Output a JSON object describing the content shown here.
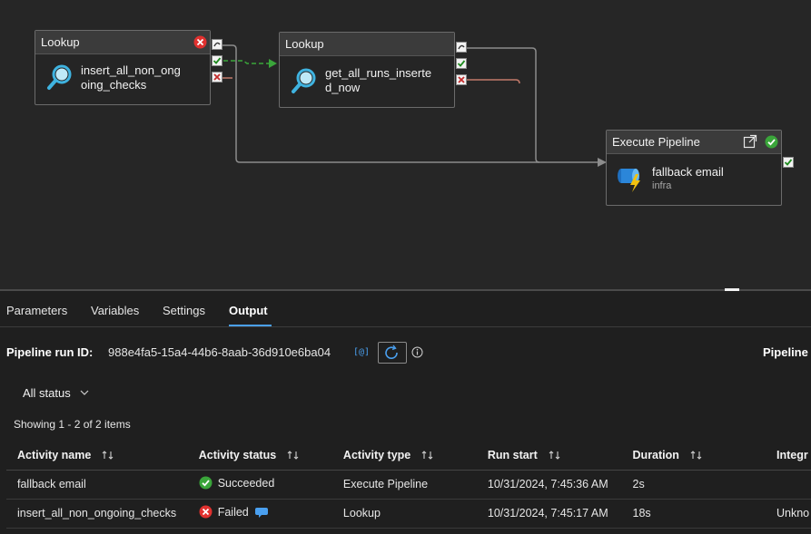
{
  "canvas": {
    "nodes": [
      {
        "type": "Lookup",
        "label_line1": "insert_all_non_ong",
        "label_line2": "oing_checks"
      },
      {
        "type": "Lookup",
        "label_line1": "get_all_runs_inserte",
        "label_line2": "d_now"
      },
      {
        "type": "Execute Pipeline",
        "label_line1": "fallback email",
        "sub": "infra"
      }
    ],
    "colors": {
      "success": "#3aa53a",
      "fail": "#c83e3e",
      "edge": "#8c8c8c",
      "accent": "#4aa0f0"
    }
  },
  "panel": {
    "tabs": [
      "Parameters",
      "Variables",
      "Settings",
      "Output"
    ],
    "active_tab": "Output",
    "run_id_label": "Pipeline run ID:",
    "run_id": "988e4fa5-15a4-44b6-8aab-36d910e6ba04",
    "pipeline_right_label": "Pipeline",
    "filter": "All status",
    "showing": "Showing 1 - 2 of 2 items",
    "columns": [
      "Activity name",
      "Activity status",
      "Activity type",
      "Run start",
      "Duration",
      "Integr"
    ],
    "rows": [
      {
        "name": "fallback email",
        "status": "Succeeded",
        "type": "Execute Pipeline",
        "start": "10/31/2024, 7:45:36 AM",
        "duration": "2s",
        "integration": ""
      },
      {
        "name": "insert_all_non_ongoing_checks",
        "status": "Failed",
        "type": "Lookup",
        "start": "10/31/2024, 7:45:17 AM",
        "duration": "18s",
        "integration": "Unkno"
      }
    ]
  }
}
